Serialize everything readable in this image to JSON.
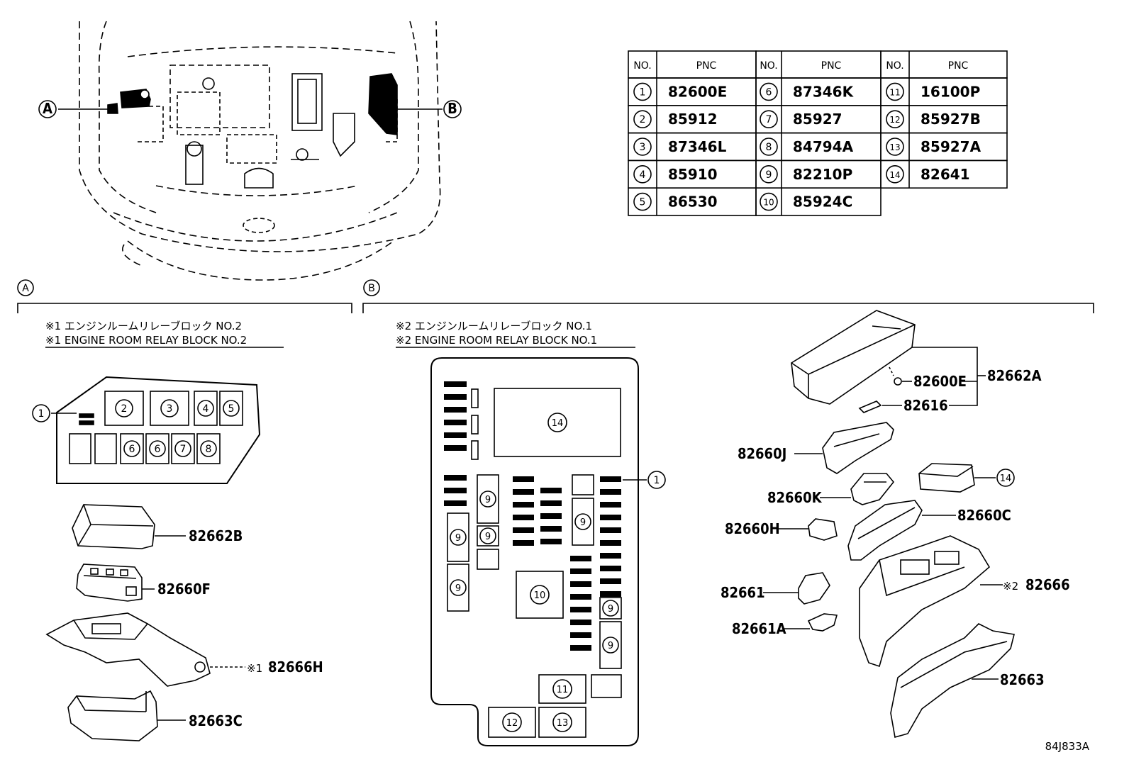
{
  "table": {
    "header_no": "NO.",
    "header_pnc": "PNC",
    "rows": [
      [
        {
          "no": "1",
          "pnc": "82600E"
        },
        {
          "no": "6",
          "pnc": "87346K"
        },
        {
          "no": "11",
          "pnc": "16100P"
        }
      ],
      [
        {
          "no": "2",
          "pnc": "85912"
        },
        {
          "no": "7",
          "pnc": "85927"
        },
        {
          "no": "12",
          "pnc": "85927B"
        }
      ],
      [
        {
          "no": "3",
          "pnc": "87346L"
        },
        {
          "no": "8",
          "pnc": "84794A"
        },
        {
          "no": "13",
          "pnc": "85927A"
        }
      ],
      [
        {
          "no": "4",
          "pnc": "85910"
        },
        {
          "no": "9",
          "pnc": "82210P"
        },
        {
          "no": "14",
          "pnc": "82641"
        }
      ],
      [
        {
          "no": "5",
          "pnc": "86530"
        },
        {
          "no": "10",
          "pnc": "85924C"
        },
        null
      ]
    ]
  },
  "sections": {
    "a": {
      "marker": "A",
      "title_jp": "※1 エンジンルームリレーブロック NO.2",
      "title_en": "※1 ENGINE ROOM RELAY BLOCK NO.2",
      "parts": [
        "82662B",
        "82660F",
        "82666H",
        "82663C"
      ],
      "part_prefix_82666H": "※1"
    },
    "b": {
      "marker": "B",
      "title_jp": "※2 エンジンルームリレーブロック NO.1",
      "title_en": "※2 ENGINE ROOM RELAY BLOCK NO.1",
      "parts": [
        "82600E",
        "82662A",
        "82616",
        "82660J",
        "82660K",
        "82660C",
        "82660H",
        "82666",
        "82661",
        "82661A",
        "82663"
      ],
      "part_prefix_82666": "※2"
    }
  },
  "callouts": {
    "c1": "1",
    "c2": "2",
    "c3": "3",
    "c4": "4",
    "c5": "5",
    "c6": "6",
    "c7": "7",
    "c8": "8",
    "c9": "9",
    "c10": "10",
    "c11": "11",
    "c12": "12",
    "c13": "13",
    "c14": "14"
  },
  "overview_markers": {
    "left": "A",
    "right": "B"
  },
  "drawing_code": "84J833A"
}
